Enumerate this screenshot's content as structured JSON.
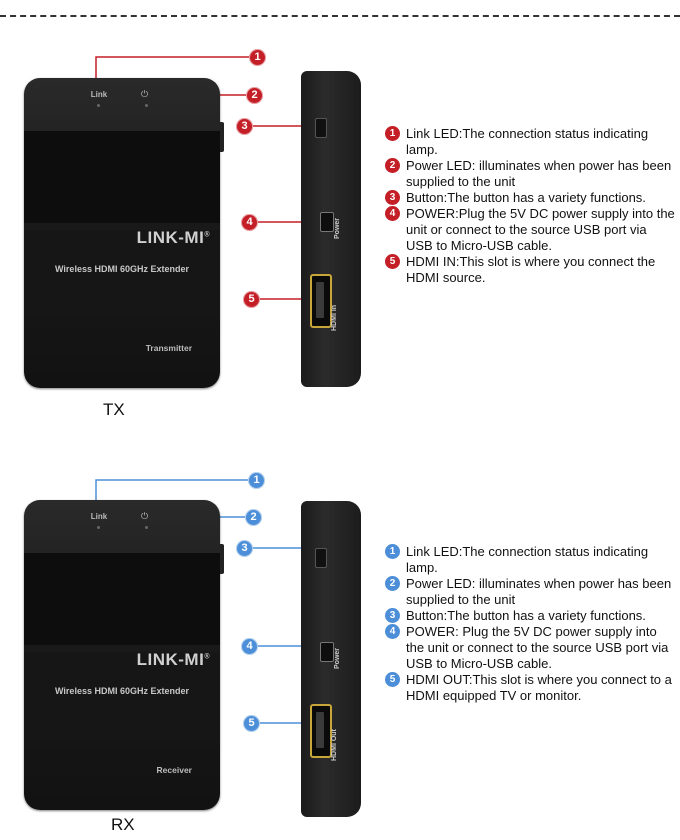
{
  "sections": {
    "tx": {
      "caption": "TX",
      "unit_label": "Transmitter",
      "port_label": "HDMI In",
      "legend": [
        {
          "num": "1",
          "text": "Link LED:The connection status indicating lamp."
        },
        {
          "num": "2",
          "text": "Power LED: illuminates when power has been supplied to the unit"
        },
        {
          "num": "3",
          "text": "Button:The button has a variety functions."
        },
        {
          "num": "4",
          "text": "POWER:Plug the 5V DC power supply into the unit or connect to the source USB port via USB to Micro-USB cable."
        },
        {
          "num": "5",
          "text": "HDMI IN:This slot is where you connect the HDMI source."
        }
      ]
    },
    "rx": {
      "caption": "RX",
      "unit_label": "Receiver",
      "port_label": "HDMI Out",
      "legend": [
        {
          "num": "1",
          "text": "Link LED:The connection status indicating lamp."
        },
        {
          "num": "2",
          "text": "Power LED: illuminates when power has been supplied to the unit"
        },
        {
          "num": "3",
          "text": "Button:The button has a variety functions."
        },
        {
          "num": "4",
          "text": "POWER: Plug the 5V DC power supply into the unit  or connect to the source USB port via USB to Micro-USB cable."
        },
        {
          "num": "5",
          "text": "HDMI OUT:This slot is where you connect to a HDMI equipped TV or monitor."
        }
      ]
    }
  },
  "device": {
    "brand": "LINK-MI",
    "brand_mark": "®",
    "product_name": "Wireless HDMI 60GHz Extender",
    "link_label": "Link",
    "power_symbol": "⏻",
    "power_port_label": "Power"
  },
  "badges": [
    "1",
    "2",
    "3",
    "4",
    "5"
  ],
  "colors": {
    "tx_accent": "#c41e27",
    "rx_accent": "#4c8fd8"
  }
}
